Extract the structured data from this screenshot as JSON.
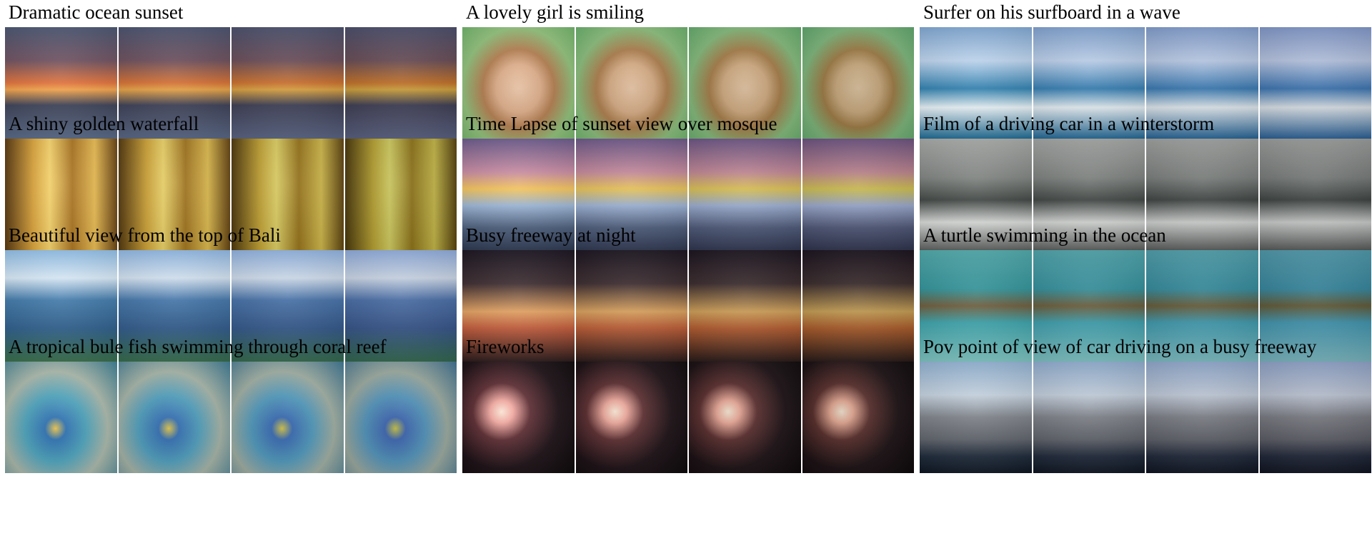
{
  "grid": [
    {
      "caption": "Dramatic ocean sunset",
      "palette": "linear-gradient(180deg,#4a5672 0%,#6d4f5e 30%,#e0703a 50%,#f2a24a 56%,#3d4258 70%,#5a6b88 100%)"
    },
    {
      "caption": "A lovely girl is smiling",
      "palette": "radial-gradient(ellipse at 50% 55%,#e8c2a4 0%,#d9a985 28%,#b07a4c 45%,#8fbf7a 70%,#6fb26a 100%)"
    },
    {
      "caption": "Surfer on his surfboard in a wave",
      "palette": "linear-gradient(180deg,#7fa6d1 0%,#bcd3ec 30%,#2f7fae 55%,#e8f1f5 72%,#1f6b93 100%)"
    },
    {
      "caption": "A shiny golden waterfall",
      "palette": "linear-gradient(90deg,#5a3a12 0%,#d9a23a 25%,#f4d26a 40%,#a8721f 60%,#e8bb52 80%,#6b4515 100%)"
    },
    {
      "caption": "Time Lapse of sunset view over mosque",
      "palette": "linear-gradient(180deg,#6a5a8c 0%,#c78aa0 30%,#f2c25a 45%,#9bb5d6 60%,#4d5f7c 80%,#2e3a52 100%)"
    },
    {
      "caption": "Film of a driving car in a winterstorm",
      "palette": "linear-gradient(180deg,#a6a8a6 0%,#7d817e 35%,#3f4542 55%,#d8dad8 75%,#5d605e 100%)"
    },
    {
      "caption": "Beautiful view from the top of  Bali",
      "palette": "linear-gradient(180deg,#8fbde6 0%,#d7e8f5 25%,#3f78a8 45%,#2d5d8a 70%,#3a6f4a 100%)"
    },
    {
      "caption": "Busy freeway at night",
      "palette": "linear-gradient(180deg,#1a1420 0%,#3a2a2e 30%,#e0a060 55%,#c05a3a 70%,#2b1c1c 100%)"
    },
    {
      "caption": "A turtle swimming in the ocean",
      "palette": "linear-gradient(180deg,#4fa6a8 0%,#2e8f95 35%,#6c5a3a 50%,#3aa0a8 65%,#7fc4c0 100%)"
    },
    {
      "caption": "A tropical bule fish swimming through coral reef",
      "palette": "radial-gradient(ellipse at 45% 60%,#e8c24a 0%,#2b6fb0 12%,#4aa0b8 35%,#a8b6a8 60%,#3c7f94 100%)"
    },
    {
      "caption": "Fireworks",
      "palette": "radial-gradient(circle at 35% 45%,#ffe9d8 0%,#f2a8a0 12%,#5a2a30 30%,#1a0f14 60%,#0e0a0c 100%)"
    },
    {
      "caption": "Pov point of view of car driving on a busy freeway",
      "palette": "linear-gradient(180deg,#8fb0d0 0%,#c2cfdc 30%,#7b7f86 50%,#5c6068 70%,#1e2a3a 85%,#0e1622 100%)"
    }
  ]
}
